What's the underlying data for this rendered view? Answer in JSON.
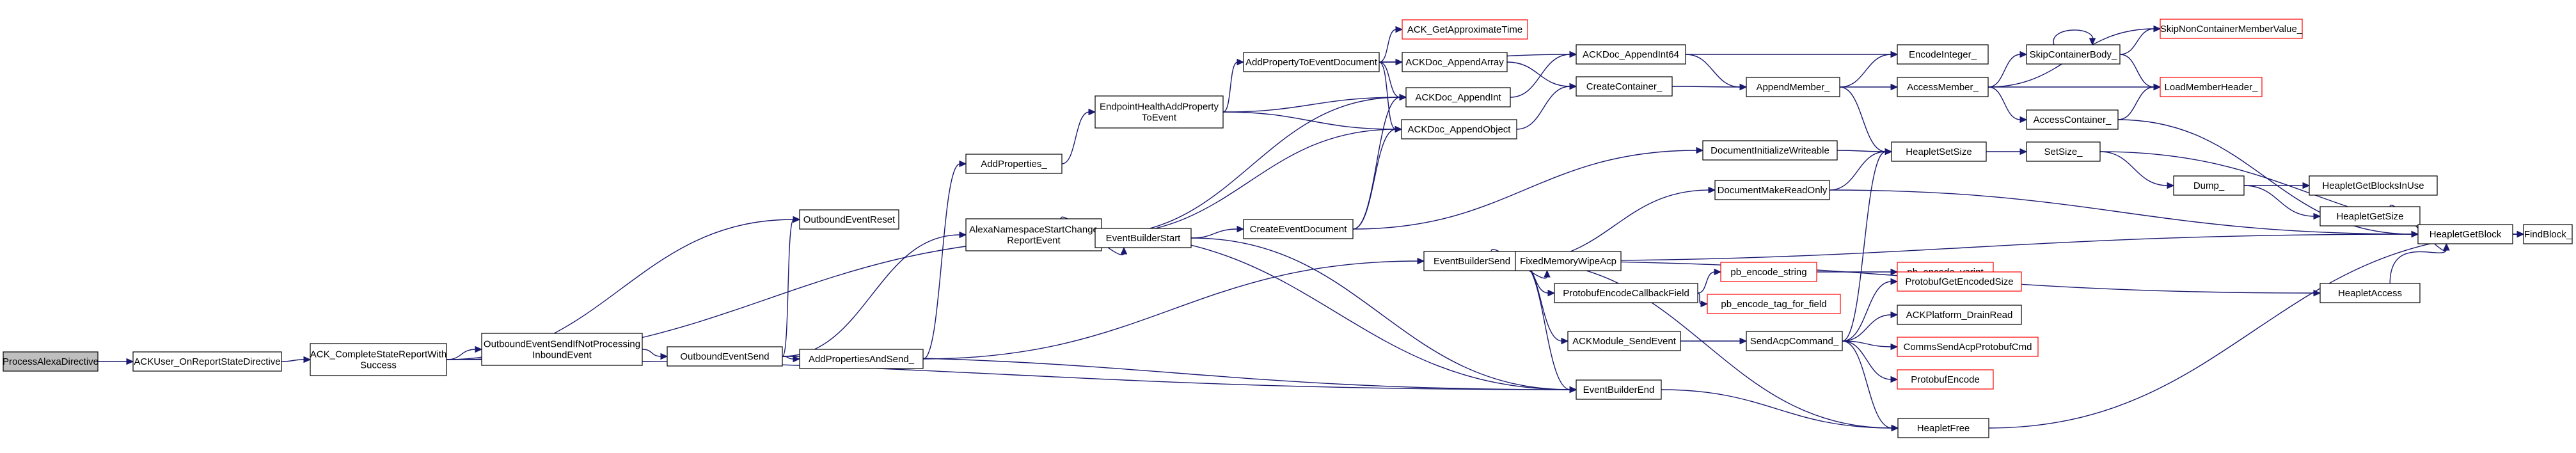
{
  "colors": {
    "edge": "#191970",
    "node_border": "#000000",
    "node_fill": "#ffffff",
    "root_fill": "#bfbfbf",
    "external_border": "#ff0000",
    "text": "#000000"
  },
  "nodes": [
    {
      "id": "process",
      "lines": [
        "ProcessAlexaDirective"
      ],
      "kind": "root"
    },
    {
      "id": "ackuser",
      "lines": [
        "ACKUser_OnReportStateDirective"
      ],
      "kind": "normal"
    },
    {
      "id": "complete",
      "lines": [
        "ACK_CompleteStateReportWith",
        "Success"
      ],
      "kind": "normal"
    },
    {
      "id": "outnotproc",
      "lines": [
        "OutboundEventSendIfNotProcessing",
        "InboundEvent"
      ],
      "kind": "normal"
    },
    {
      "id": "outreset",
      "lines": [
        "OutboundEventReset"
      ],
      "kind": "normal"
    },
    {
      "id": "outsend",
      "lines": [
        "OutboundEventSend"
      ],
      "kind": "normal"
    },
    {
      "id": "addprops",
      "lines": [
        "AddProperties_"
      ],
      "kind": "normal"
    },
    {
      "id": "addpropssend",
      "lines": [
        "AddPropertiesAndSend_"
      ],
      "kind": "normal"
    },
    {
      "id": "endpoint",
      "lines": [
        "EndpointHealthAddProperty",
        "ToEvent"
      ],
      "kind": "normal"
    },
    {
      "id": "alexans",
      "lines": [
        "AlexaNamespaceStartChange",
        "ReportEvent"
      ],
      "kind": "normal"
    },
    {
      "id": "addproptoevt",
      "lines": [
        "AddPropertyToEventDocument"
      ],
      "kind": "normal"
    },
    {
      "id": "ebstart",
      "lines": [
        "EventBuilderStart"
      ],
      "kind": "normal"
    },
    {
      "id": "createevt",
      "lines": [
        "CreateEventDocument"
      ],
      "kind": "normal"
    },
    {
      "id": "ebsend",
      "lines": [
        "EventBuilderSend"
      ],
      "kind": "normal"
    },
    {
      "id": "ebend",
      "lines": [
        "EventBuilderEnd"
      ],
      "kind": "normal"
    },
    {
      "id": "approxtime",
      "lines": [
        "ACK_GetApproximateTime"
      ],
      "kind": "external"
    },
    {
      "id": "appendarray",
      "lines": [
        "ACKDoc_AppendArray"
      ],
      "kind": "normal"
    },
    {
      "id": "appendint",
      "lines": [
        "ACKDoc_AppendInt"
      ],
      "kind": "normal"
    },
    {
      "id": "appendobj",
      "lines": [
        "ACKDoc_AppendObject"
      ],
      "kind": "normal"
    },
    {
      "id": "appendint64",
      "lines": [
        "ACKDoc_AppendInt64"
      ],
      "kind": "normal"
    },
    {
      "id": "createcont",
      "lines": [
        "CreateContainer_"
      ],
      "kind": "normal"
    },
    {
      "id": "docinit",
      "lines": [
        "DocumentInitializeWriteable"
      ],
      "kind": "normal"
    },
    {
      "id": "docmake",
      "lines": [
        "DocumentMakeReadOnly"
      ],
      "kind": "normal"
    },
    {
      "id": "fixedwipe",
      "lines": [
        "FixedMemoryWipeAcp"
      ],
      "kind": "normal"
    },
    {
      "id": "pbcallback",
      "lines": [
        "ProtobufEncodeCallbackField"
      ],
      "kind": "normal"
    },
    {
      "id": "acksendevt",
      "lines": [
        "ACKModule_SendEvent"
      ],
      "kind": "normal"
    },
    {
      "id": "appendmember",
      "lines": [
        "AppendMember_"
      ],
      "kind": "normal"
    },
    {
      "id": "encodeint",
      "lines": [
        "EncodeInteger_"
      ],
      "kind": "normal"
    },
    {
      "id": "accessmember",
      "lines": [
        "AccessMember_"
      ],
      "kind": "normal"
    },
    {
      "id": "accesscont",
      "lines": [
        "AccessContainer_"
      ],
      "kind": "normal"
    },
    {
      "id": "skipbody",
      "lines": [
        "SkipContainerBody_"
      ],
      "kind": "normal"
    },
    {
      "id": "skipnon",
      "lines": [
        "SkipNonContainerMemberValue_"
      ],
      "kind": "external"
    },
    {
      "id": "loadheader",
      "lines": [
        "LoadMemberHeader_"
      ],
      "kind": "external"
    },
    {
      "id": "hpsetsize",
      "lines": [
        "HeapletSetSize"
      ],
      "kind": "normal"
    },
    {
      "id": "setsize",
      "lines": [
        "SetSize_"
      ],
      "kind": "normal"
    },
    {
      "id": "dump",
      "lines": [
        "Dump_"
      ],
      "kind": "normal"
    },
    {
      "id": "hpblocksinuse",
      "lines": [
        "HeapletGetBlocksInUse"
      ],
      "kind": "normal"
    },
    {
      "id": "hpgetsize",
      "lines": [
        "HeapletGetSize"
      ],
      "kind": "normal"
    },
    {
      "id": "hpgetblock",
      "lines": [
        "HeapletGetBlock"
      ],
      "kind": "normal"
    },
    {
      "id": "findblock",
      "lines": [
        "FindBlock_"
      ],
      "kind": "normal"
    },
    {
      "id": "hpaccess",
      "lines": [
        "HeapletAccess"
      ],
      "kind": "normal"
    },
    {
      "id": "pbstring",
      "lines": [
        "pb_encode_string"
      ],
      "kind": "external"
    },
    {
      "id": "pbvarint",
      "lines": [
        "pb_encode_varint"
      ],
      "kind": "external"
    },
    {
      "id": "pbtag",
      "lines": [
        "pb_encode_tag_for_field"
      ],
      "kind": "external"
    },
    {
      "id": "sendacp",
      "lines": [
        "SendAcpCommand_"
      ],
      "kind": "normal"
    },
    {
      "id": "pbgetsize",
      "lines": [
        "ProtobufGetEncodedSize"
      ],
      "kind": "external"
    },
    {
      "id": "drainread",
      "lines": [
        "ACKPlatform_DrainRead"
      ],
      "kind": "normal"
    },
    {
      "id": "commssend",
      "lines": [
        "CommsSendAcpProtobufCmd"
      ],
      "kind": "external"
    },
    {
      "id": "pbencode",
      "lines": [
        "ProtobufEncode"
      ],
      "kind": "external"
    },
    {
      "id": "hpfree",
      "lines": [
        "HeapletFree"
      ],
      "kind": "normal"
    }
  ],
  "edges": [
    [
      "process",
      "ackuser"
    ],
    [
      "ackuser",
      "complete"
    ],
    [
      "complete",
      "outnotproc"
    ],
    [
      "complete",
      "outreset"
    ],
    [
      "complete",
      "ebstart"
    ],
    [
      "complete",
      "ebend"
    ],
    [
      "outnotproc",
      "outsend"
    ],
    [
      "outsend",
      "outreset"
    ],
    [
      "outsend",
      "addpropssend"
    ],
    [
      "outsend",
      "alexans"
    ],
    [
      "outsend",
      "ebend"
    ],
    [
      "addpropssend",
      "addprops"
    ],
    [
      "addpropssend",
      "ebsend"
    ],
    [
      "addprops",
      "endpoint"
    ],
    [
      "endpoint",
      "addproptoevt"
    ],
    [
      "endpoint",
      "appendint"
    ],
    [
      "endpoint",
      "appendobj"
    ],
    [
      "alexans",
      "ebstart"
    ],
    [
      "alexans",
      "appendint"
    ],
    [
      "alexans",
      "appendobj"
    ],
    [
      "alexans",
      "ebend"
    ],
    [
      "addproptoevt",
      "approxtime"
    ],
    [
      "addproptoevt",
      "appendarray"
    ],
    [
      "addproptoevt",
      "appendint"
    ],
    [
      "addproptoevt",
      "appendobj"
    ],
    [
      "addproptoevt",
      "appendint64"
    ],
    [
      "ebstart",
      "createevt"
    ],
    [
      "ebstart",
      "ebend"
    ],
    [
      "createevt",
      "appendint"
    ],
    [
      "createevt",
      "appendobj"
    ],
    [
      "createevt",
      "docinit"
    ],
    [
      "appendarray",
      "createcont"
    ],
    [
      "appendint",
      "appendint64"
    ],
    [
      "appendobj",
      "createcont"
    ],
    [
      "appendint64",
      "appendmember"
    ],
    [
      "appendint64",
      "encodeint"
    ],
    [
      "createcont",
      "appendmember"
    ],
    [
      "appendmember",
      "encodeint"
    ],
    [
      "appendmember",
      "accessmember"
    ],
    [
      "appendmember",
      "hpsetsize"
    ],
    [
      "accessmember",
      "skipbody"
    ],
    [
      "accessmember",
      "skipnon"
    ],
    [
      "accessmember",
      "loadheader"
    ],
    [
      "accessmember",
      "accesscont"
    ],
    [
      "skipbody",
      "skipbody"
    ],
    [
      "skipbody",
      "skipnon"
    ],
    [
      "skipbody",
      "loadheader"
    ],
    [
      "accesscont",
      "loadheader"
    ],
    [
      "accesscont",
      "hpgetblock"
    ],
    [
      "docinit",
      "hpsetsize"
    ],
    [
      "docmake",
      "hpsetsize"
    ],
    [
      "docmake",
      "hpgetblock"
    ],
    [
      "hpsetsize",
      "setsize"
    ],
    [
      "setsize",
      "dump"
    ],
    [
      "setsize",
      "findblock"
    ],
    [
      "dump",
      "hpblocksinuse"
    ],
    [
      "dump",
      "hpgetsize"
    ],
    [
      "hpgetsize",
      "hpgetblock"
    ],
    [
      "hpgetblock",
      "findblock"
    ],
    [
      "hpaccess",
      "hpgetblock"
    ],
    [
      "ebsend",
      "docmake"
    ],
    [
      "ebsend",
      "fixedwipe"
    ],
    [
      "ebsend",
      "pbcallback"
    ],
    [
      "ebsend",
      "acksendevt"
    ],
    [
      "ebsend",
      "ebend"
    ],
    [
      "ebsend",
      "hpgetblock"
    ],
    [
      "ebsend",
      "hpaccess"
    ],
    [
      "ebsend",
      "hpfree"
    ],
    [
      "pbcallback",
      "pbstring"
    ],
    [
      "pbcallback",
      "pbtag"
    ],
    [
      "pbstring",
      "pbvarint"
    ],
    [
      "acksendevt",
      "sendacp"
    ],
    [
      "sendacp",
      "hpsetsize"
    ],
    [
      "sendacp",
      "pbgetsize"
    ],
    [
      "sendacp",
      "drainread"
    ],
    [
      "sendacp",
      "commssend"
    ],
    [
      "sendacp",
      "pbencode"
    ],
    [
      "sendacp",
      "hpfree"
    ],
    [
      "ebend",
      "hpfree"
    ],
    [
      "hpfree",
      "findblock"
    ]
  ]
}
